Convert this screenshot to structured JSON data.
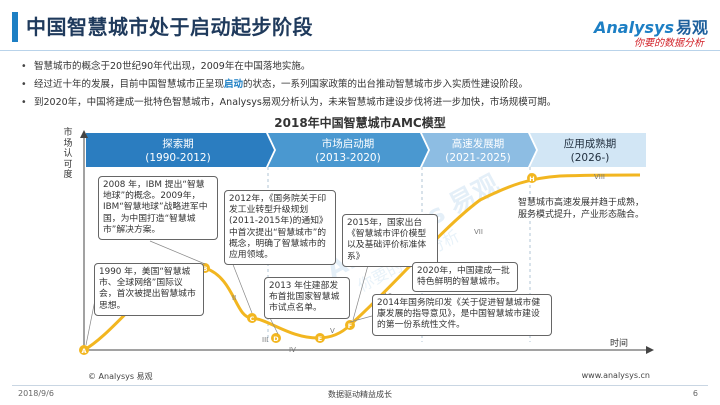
{
  "header": {
    "title": "中国智慧城市处于启动起步阶段",
    "logo_en": "Analysys",
    "logo_cn": "易观",
    "logo_tagline": "你要的数据分析"
  },
  "bullets": [
    {
      "text": "智慧城市的概念于20世纪90年代出现，2009年在中国落地实施。"
    },
    {
      "before": "经过近十年的发展，目前中国智慧城市正呈现",
      "highlight": "启动",
      "after": "的状态，一系列国家政策的出台推动智慧城市步入实质性建设阶段。"
    },
    {
      "text": "到2020年，中国将建成一批特色智慧城市，Analysys易观分析认为，未来智慧城市建设步伐将进一步加快，市场规模可期。"
    }
  ],
  "diagram": {
    "title": "2018年中国智慧城市AMC模型",
    "y_axis_label": "市场认可度",
    "x_axis_label": "时间",
    "watermark": "Analysys 易观",
    "watermark_sub": "你要的数据分析",
    "colors": {
      "phase1": "#2b7dc0",
      "phase2": "#4a98d0",
      "phase3": "#8dbde3",
      "phase4": "#d2e6f5",
      "curve": "#f2b620",
      "marker": "#f2b620"
    },
    "phases": [
      {
        "name": "探索期",
        "years": "(1990-2012)"
      },
      {
        "name": "市场启动期",
        "years": "(2013-2020)"
      },
      {
        "name": "高速发展期",
        "years": "(2021-2025)"
      },
      {
        "name": "应用成熟期",
        "years": "(2026-)"
      }
    ],
    "markers": [
      "A",
      "B",
      "C",
      "D",
      "E",
      "F",
      "G",
      "H"
    ],
    "roman": [
      "I",
      "II",
      "III",
      "IV",
      "V",
      "VI",
      "VII",
      "VIII"
    ],
    "annotations": {
      "a": "1990 年，美国“智慧城市、全球网络”国际议会，首次被提出智慧城市思想。",
      "b": "2008 年，IBM 提出“智慧地球”的概念。2009年，IBM“智慧地球”战略进军中国，为中国打造“智慧城市”解决方案。",
      "c": "2012年，《国务院关于印发工业转型升级规划(2011-2015年)的通知》中首次提出“智慧城市”的概念，明确了智慧城市的应用领域。",
      "d": "2013 年住建部发布首批国家智慧城市试点名单。",
      "e": "2014年国务院印发《关于促进智慧城市健康发展的指导意见》，是中国智慧城市建设的第一份系统性文件。",
      "f": "2015年，国家出台《智慧城市评价模型以及基础评价标准体系》",
      "g": "2020年，中国建成一批特色鲜明的智慧城市。",
      "h": "智慧城市高速发展并趋于成熟，服务模式提升，产业形态融合。"
    }
  },
  "footer": {
    "copyright": "© Analysys 易观",
    "url": "www.analysys.cn",
    "date": "2018/9/6",
    "center": "数据驱动精益成长",
    "page": "6"
  }
}
